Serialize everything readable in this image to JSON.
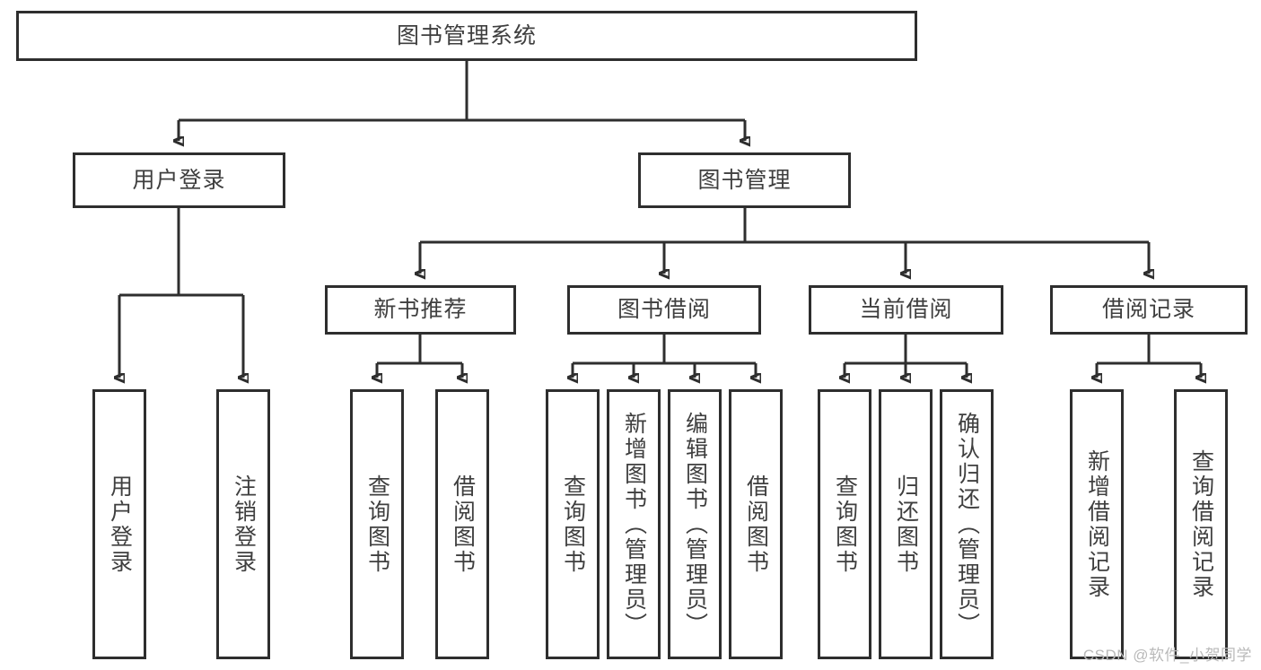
{
  "diagram": {
    "type": "tree-hierarchy",
    "title": "图书管理系统",
    "orientation": "top-down",
    "colors": {
      "stroke": "#2e2e2e",
      "box_fill": "#ffffff",
      "text": "#3f3f3f",
      "watermark": "#b9b9b9"
    },
    "root": {
      "label": "图书管理系统"
    },
    "level2": [
      {
        "label": "用户登录"
      },
      {
        "label": "图书管理"
      }
    ],
    "level3": [
      {
        "label": "新书推荐"
      },
      {
        "label": "图书借阅"
      },
      {
        "label": "当前借阅"
      },
      {
        "label": "借阅记录"
      }
    ],
    "level4": {
      "user_login_children": [
        {
          "label": "用户登录"
        },
        {
          "label": "注销登录"
        }
      ],
      "new_book_children": [
        {
          "label": "查询图书"
        },
        {
          "label": "借阅图书"
        }
      ],
      "book_borrow_children": [
        {
          "label": "查询图书"
        },
        {
          "label": "新增图书（管理员）"
        },
        {
          "label": "编辑图书（管理员）"
        },
        {
          "label": "借阅图书"
        }
      ],
      "current_borrow_children": [
        {
          "label": "查询图书"
        },
        {
          "label": "归还图书"
        },
        {
          "label": "确认归还（管理员）"
        }
      ],
      "borrow_record_children": [
        {
          "label": "新增借阅记录"
        },
        {
          "label": "查询借阅记录"
        }
      ]
    }
  },
  "watermark": {
    "text": "CSDN @软件_小贺同学"
  }
}
